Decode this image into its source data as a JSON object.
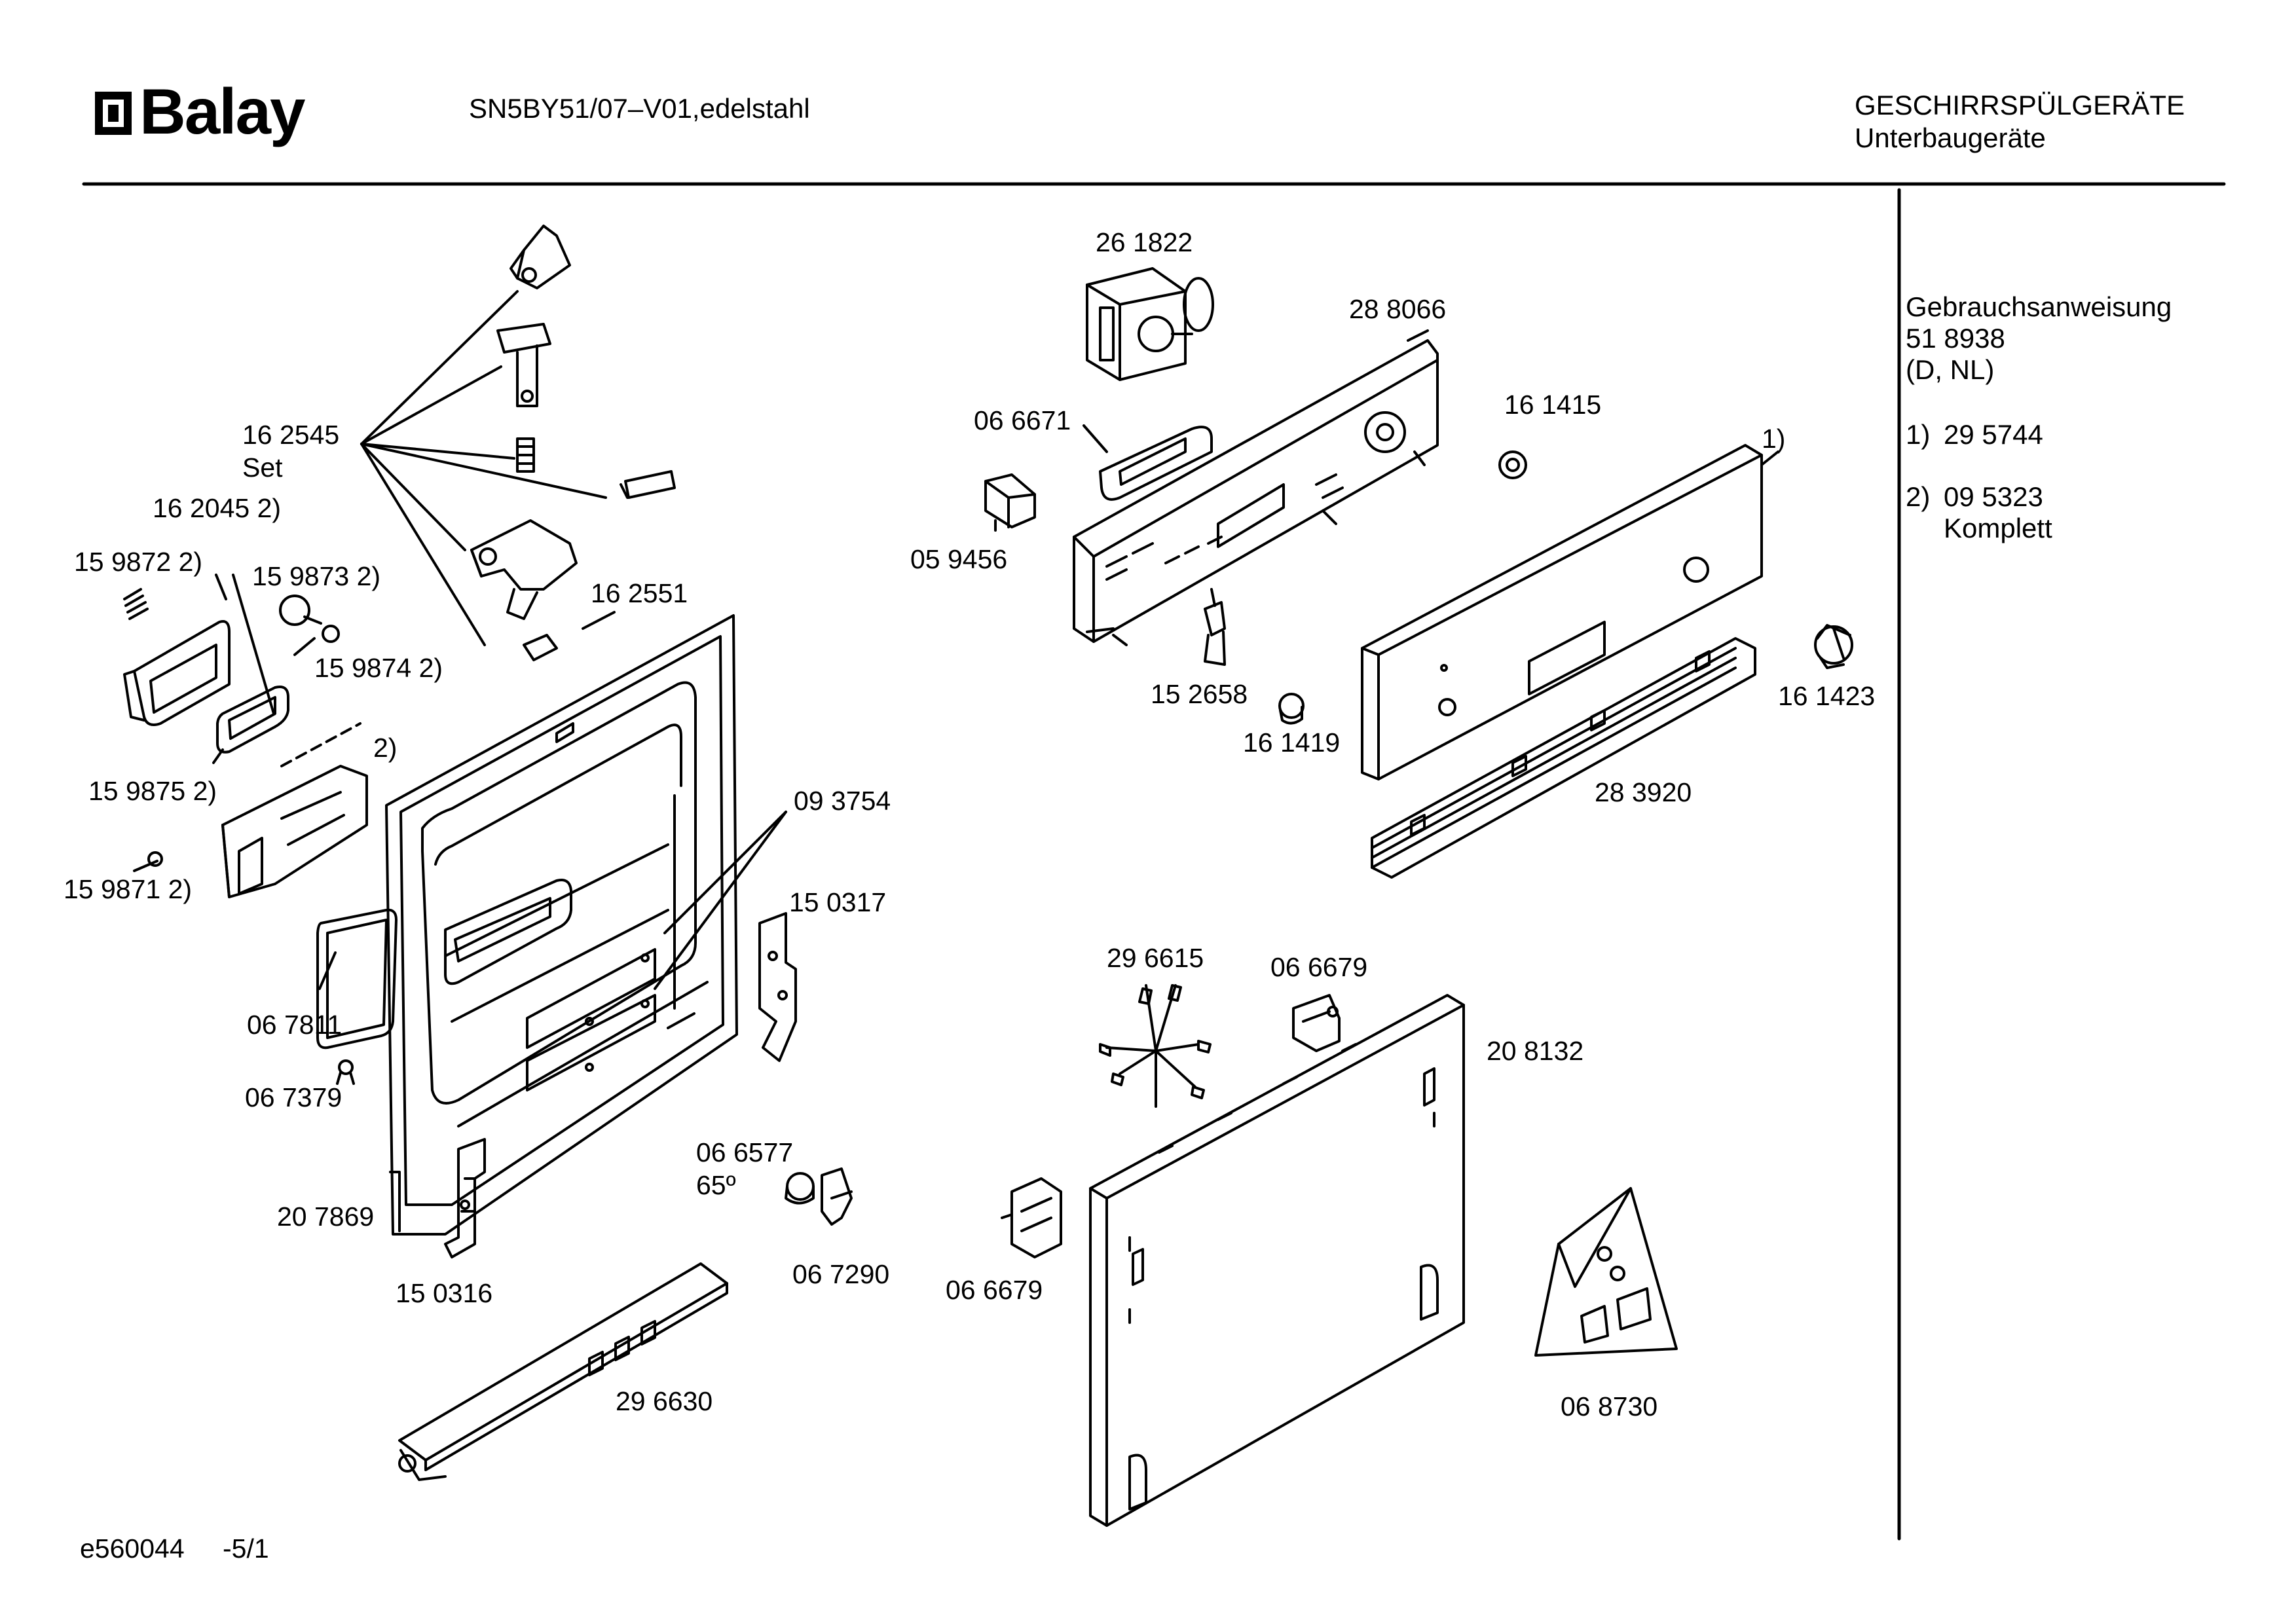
{
  "header": {
    "brand": "Balay",
    "model": "SN5BY51/07–V01,edelstahl",
    "category": "GESCHIRRSPÜLGERÄTE",
    "subcategory": "Unterbaugeräte"
  },
  "sidebar": {
    "manual_label": "Gebrauchsanweisung",
    "manual_number": "51 8938",
    "manual_lang": "(D, NL)",
    "note1_marker": "1)",
    "note1_part": "29 5744",
    "note2_marker": "2)",
    "note2_part": "09 5323",
    "note2_text": "Komplett"
  },
  "parts": {
    "p261822": "26 1822",
    "p288066": "28 8066",
    "p066671": "06 6671",
    "p161415": "16 1415",
    "marker1": "1)",
    "p059456": "05 9456",
    "p152658": "15 2658",
    "p161419": "16 1419",
    "p161423": "16 1423",
    "p283920": "28 3920",
    "p162545": "16 2545",
    "set": "Set",
    "p162045": "16 2045 2)",
    "p159872": "15 9872 2)",
    "p159873": "15 9873 2)",
    "p162551": "16 2551",
    "p159874": "15 9874 2)",
    "marker2": "2)",
    "p159875": "15 9875 2)",
    "p159871": "15 9871 2)",
    "p093754": "09 3754",
    "p150317": "15 0317",
    "p067811": "06 7811",
    "p067379": "06 7379",
    "p207869": "20 7869",
    "p150316": "15 0316",
    "p066577": "06 6577",
    "deg65": "65º",
    "p067290": "06 7290",
    "p296630": "29 6630",
    "p296615": "29 6615",
    "p066679a": "06 6679",
    "p208132": "20 8132",
    "p066679b": "06 6679",
    "p068730": "06 8730"
  },
  "footer": {
    "code": "e560044",
    "page": "-5/1"
  }
}
